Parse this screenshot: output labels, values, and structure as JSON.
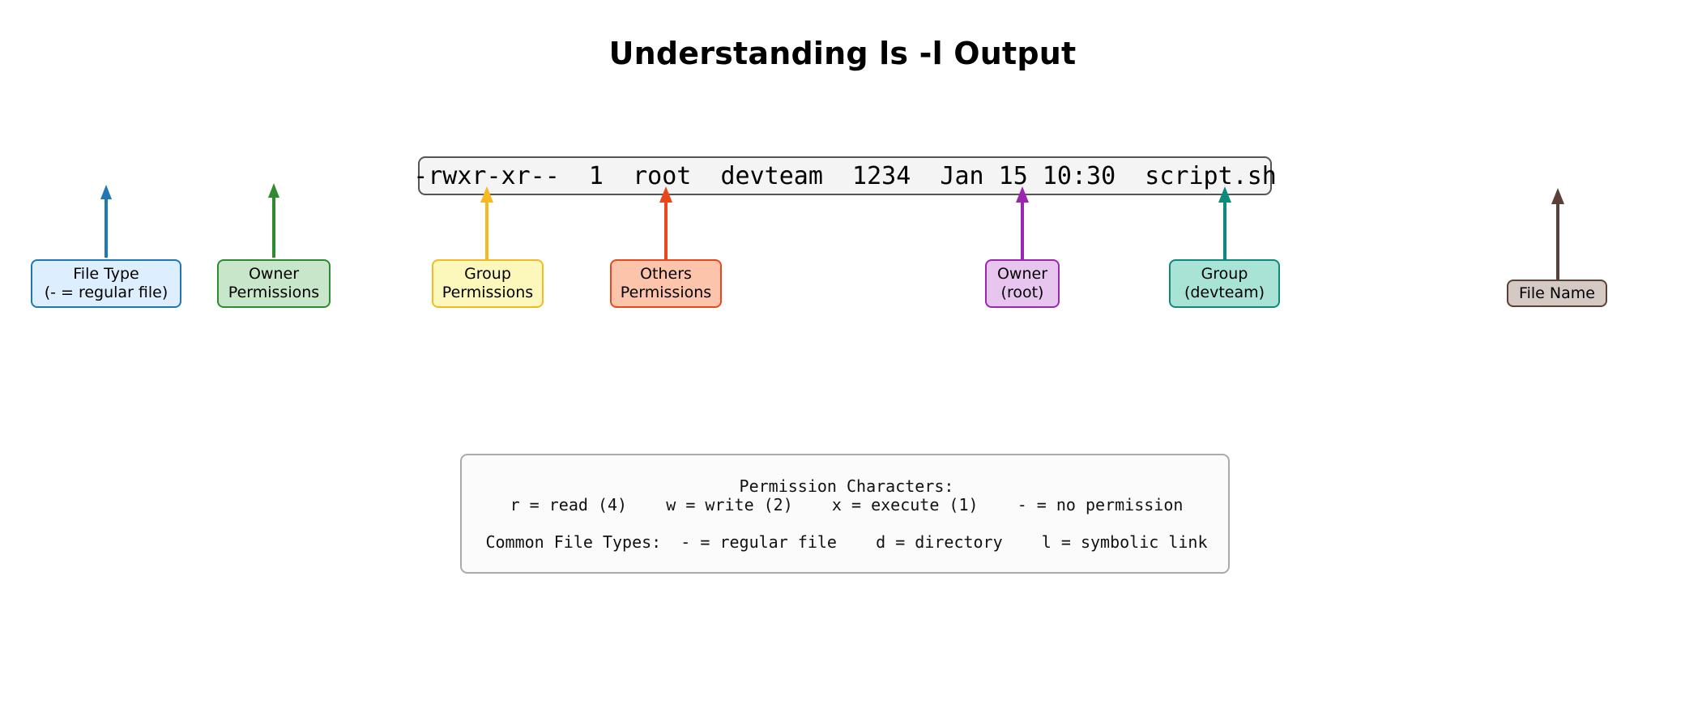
{
  "page": {
    "title": "Understanding ls -l Output",
    "background": "#ffffff"
  },
  "command": {
    "text": "-rwxr-xr--  1  root  devteam  1234  Jan 15 10:30  script.sh",
    "fill": "#f4f4f4",
    "border": "#555555"
  },
  "annotations": [
    {
      "key": "file-type",
      "label": "File Type\n(- = regular file)",
      "fill": "#ddeeff",
      "border": "#1f77b4",
      "arrow_color": "#1f77b4"
    },
    {
      "key": "owner-permissions",
      "label": "Owner\nPermissions",
      "fill": "#c8e6c9",
      "border": "#2e8b2e",
      "arrow_color": "#2e8b2e"
    },
    {
      "key": "group-permissions",
      "label": "Group\nPermissions",
      "fill": "#fcf7bb",
      "border": "#f5b921",
      "arrow_color": "#f5b921"
    },
    {
      "key": "others-permissions",
      "label": "Others\nPermissions",
      "fill": "#fbc4ab",
      "border": "#e8481c",
      "arrow_color": "#e8481c"
    },
    {
      "key": "owner-root",
      "label": "Owner\n(root)",
      "fill": "#e8c5ef",
      "border": "#9b27b0",
      "arrow_color": "#9b27b0"
    },
    {
      "key": "group-devteam",
      "label": "Group\n(devteam)",
      "fill": "#a8e3d6",
      "border": "#0d8a7a",
      "arrow_color": "#0d8a7a"
    },
    {
      "key": "file-name",
      "label": "File Name",
      "fill": "#d5c9c4",
      "border": "#5c4038",
      "arrow_color": "#5c4038"
    }
  ],
  "legend": {
    "line1": "Permission Characters:",
    "line2": "r = read (4)    w = write (2)    x = execute (1)    - = no permission",
    "line3": "Common File Types:  - = regular file    d = directory    l = symbolic link",
    "fill": "#fbfbfb",
    "border": "#aaaaaa"
  }
}
